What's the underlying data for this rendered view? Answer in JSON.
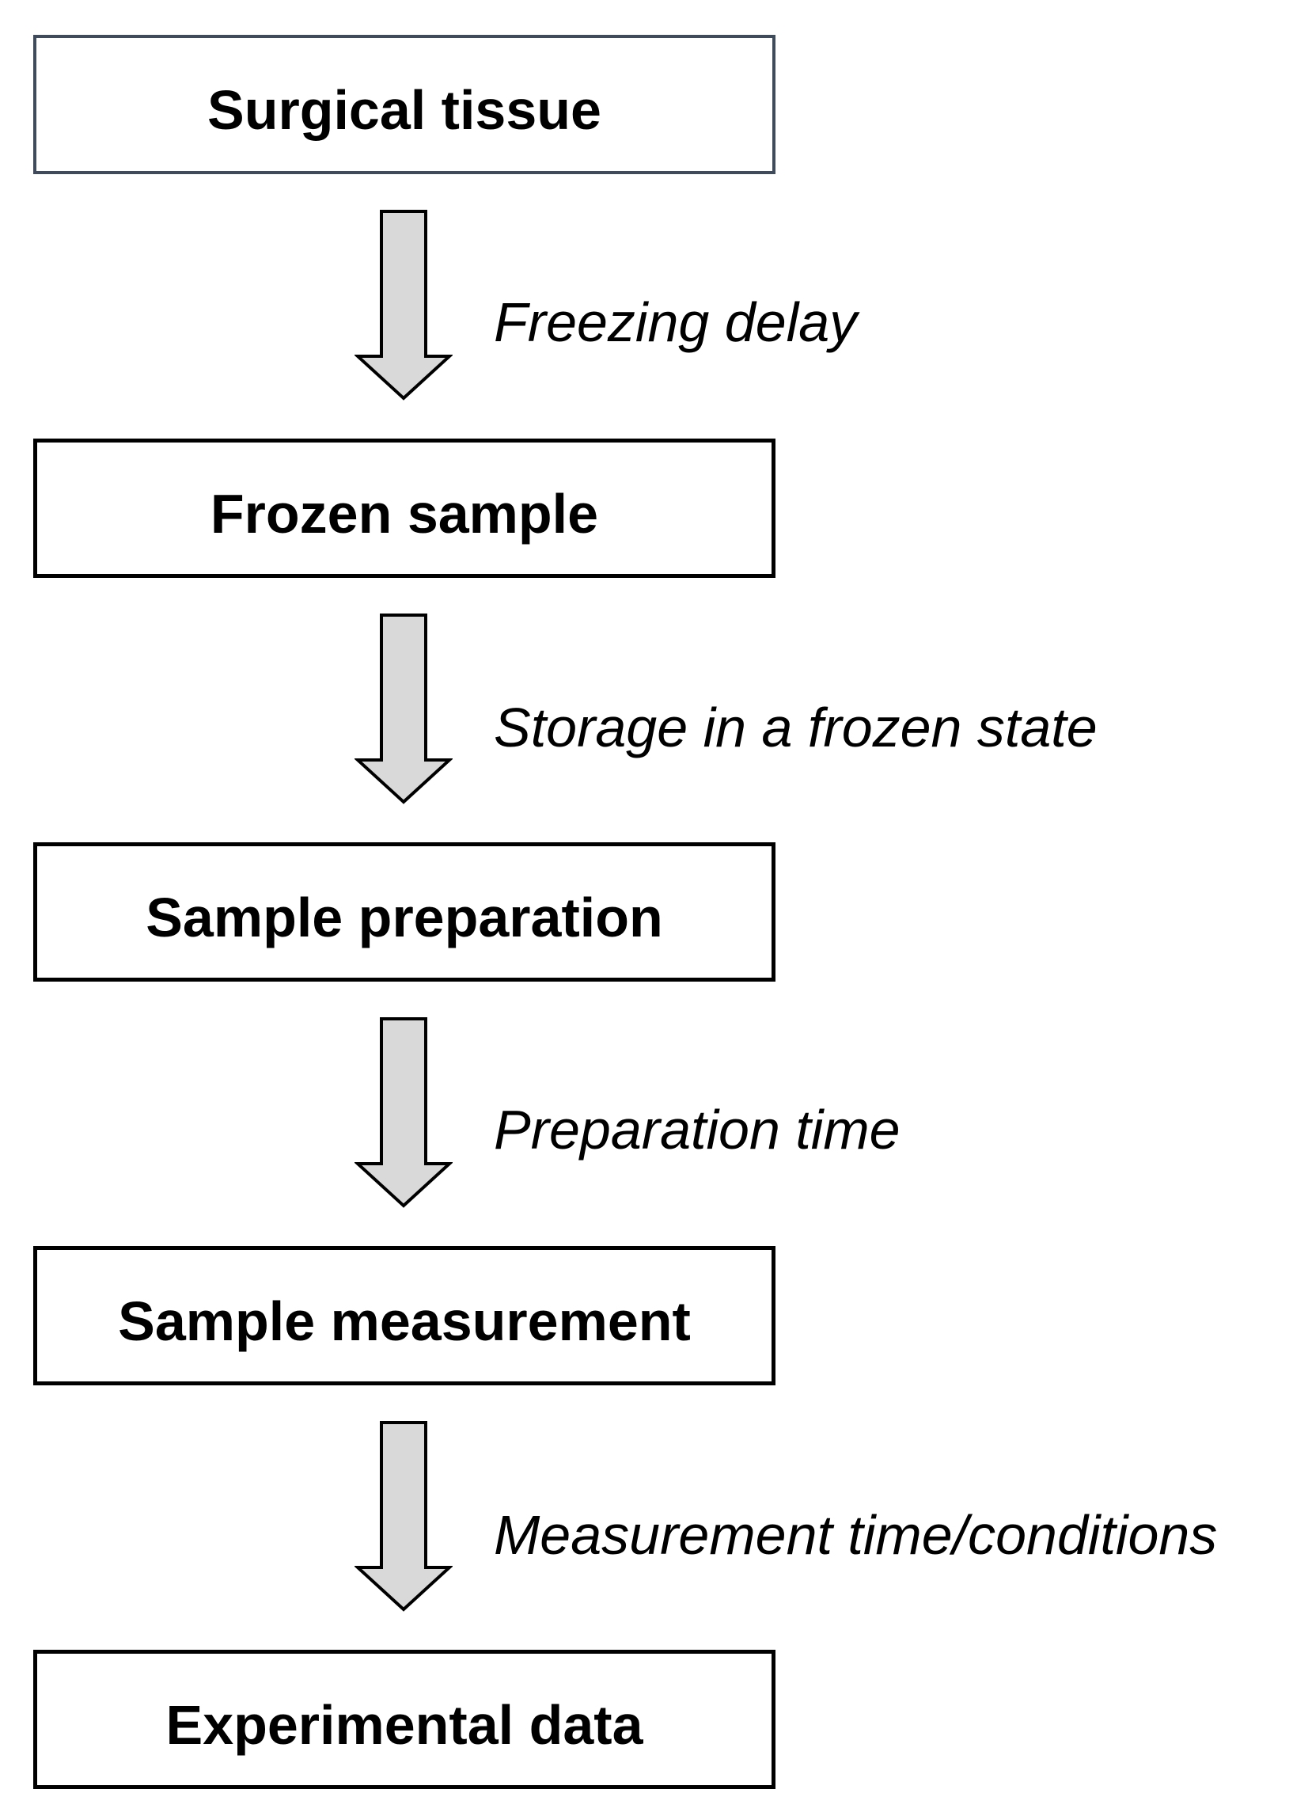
{
  "diagram": {
    "stages": [
      {
        "label": "Surgical tissue"
      },
      {
        "label": "Frozen sample"
      },
      {
        "label": "Sample preparation"
      },
      {
        "label": "Sample measurement"
      },
      {
        "label": "Experimental data"
      }
    ],
    "transitions": [
      {
        "label": "Freezing delay"
      },
      {
        "label": "Storage in a frozen state"
      },
      {
        "label": "Preparation time"
      },
      {
        "label": "Measurement time/conditions"
      }
    ],
    "colors": {
      "box_border": "#000000",
      "first_box_border": "#3f4a5a",
      "arrow_fill": "#d9d9d9",
      "arrow_stroke": "#000000",
      "text": "#000000"
    }
  }
}
